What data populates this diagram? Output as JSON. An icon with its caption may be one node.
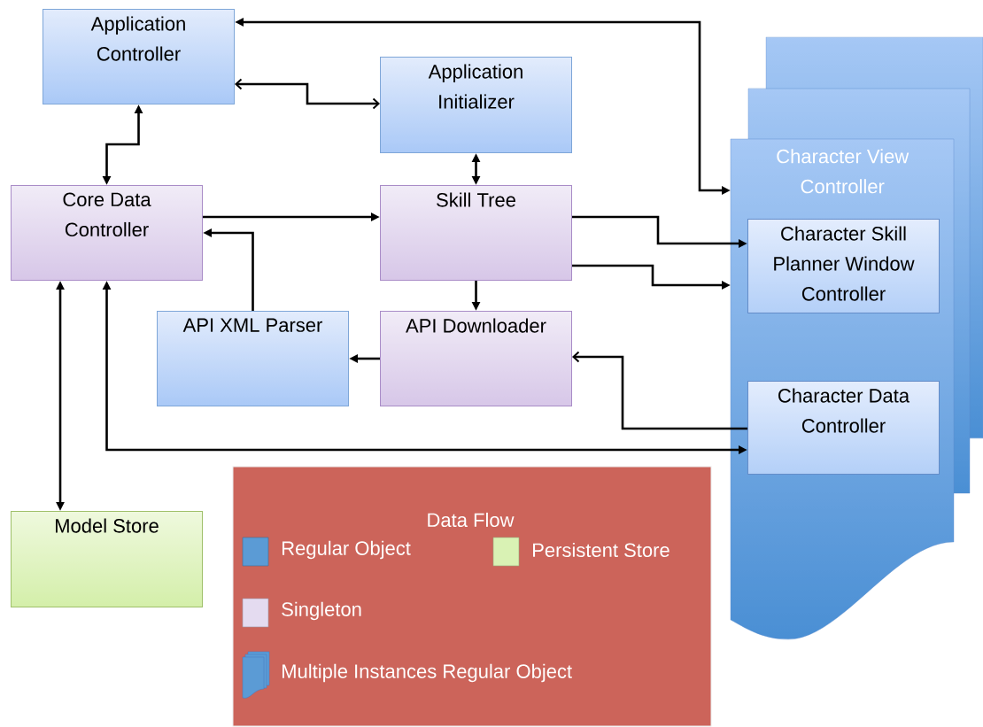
{
  "diagram": {
    "title": "Data Flow",
    "nodes": [
      {
        "text": [
          "Application Controller"
        ]
      },
      {
        "text": [
          "Application Initializer"
        ]
      },
      {
        "text": [
          "Character View Controller"
        ]
      },
      {
        "text": [
          "Core Data Controller"
        ]
      },
      {
        "text": [
          "Skill Tree"
        ]
      },
      {
        "text": [
          "Character Skill Planner Window Controller"
        ],
        "in": 2
      },
      {
        "text": [
          "API XML Parser"
        ]
      },
      {
        "text": [
          "API Downloader"
        ]
      },
      {
        "text": [
          "Character Data Controller"
        ],
        "in": 2
      },
      {
        "text": [
          "Model Store"
        ]
      }
    ],
    "edges": [
      {
        "from": 0,
        "to": 2,
        "arrow": "both"
      },
      {
        "from": 0,
        "to": 1,
        "arrow": "both"
      },
      {
        "from": 0,
        "to": 3,
        "arrow": "both"
      },
      {
        "from": 1,
        "to": 4,
        "arrow": "both"
      },
      {
        "from": 3,
        "to": 4,
        "arrow": "to"
      },
      {
        "from": 6,
        "to": 3,
        "arrow": "to"
      },
      {
        "from": 4,
        "to": 5,
        "arrow": "to"
      },
      {
        "from": 4,
        "to": 2,
        "arrow": "to"
      },
      {
        "from": 4,
        "to": 7,
        "arrow": "to"
      },
      {
        "from": 7,
        "to": 6,
        "arrow": "to"
      },
      {
        "from": 8,
        "to": 7,
        "arrow": "to"
      },
      {
        "from": 3,
        "to": 8,
        "arrow": "both"
      },
      {
        "from": 3,
        "to": 9,
        "arrow": "both"
      }
    ],
    "legend": [
      {
        "text": "Regular Object",
        "color": "#5b9bd5"
      },
      {
        "text": "Persistent Store",
        "color": "#d9f2b4"
      },
      {
        "text": "Singleton",
        "color": "#e4dbf0"
      },
      {
        "text": "Multiple Instances Regular Object"
      }
    ]
  }
}
